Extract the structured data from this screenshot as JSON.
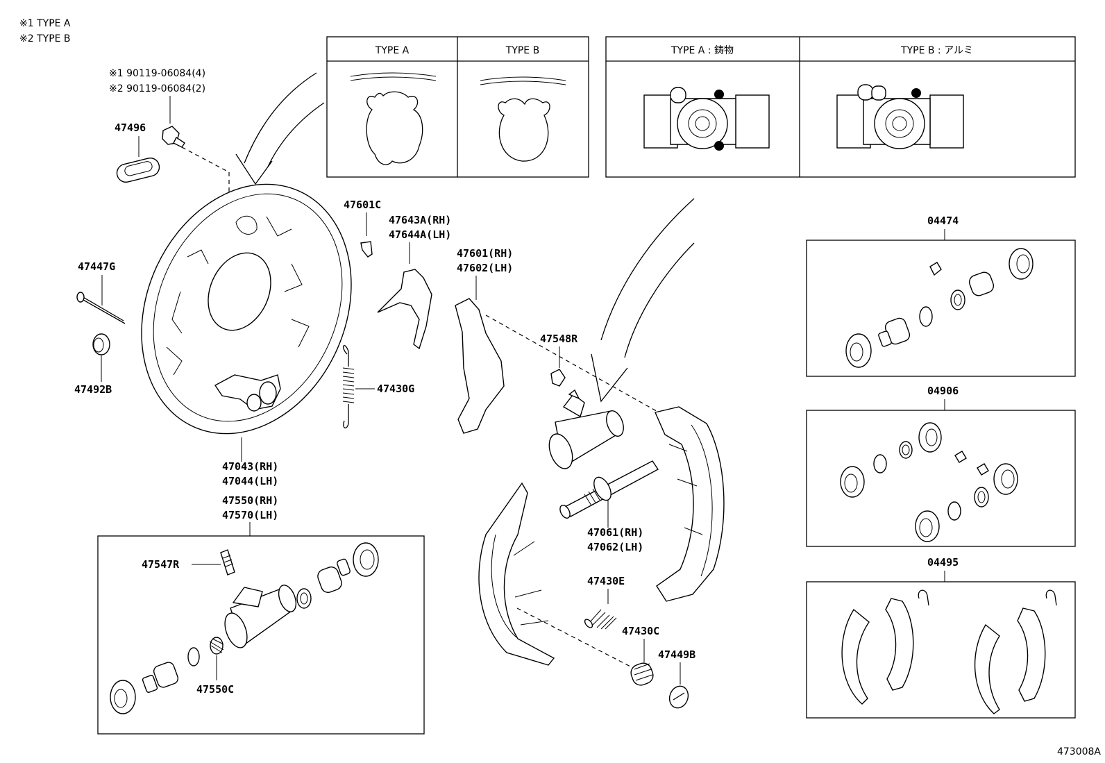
{
  "notes": {
    "note1": "※1 TYPE A",
    "note2": "※2 TYPE B"
  },
  "type_tables": {
    "shim": {
      "col_a": "TYPE A",
      "col_b": "TYPE B"
    },
    "cylinder": {
      "col_a": "TYPE A : 鋳物",
      "col_b": "TYPE B : アルミ"
    }
  },
  "labels": {
    "bolt_note1": "※1 90119-06084(4)",
    "bolt_note2": "※2 90119-06084(2)",
    "p47496": "47496",
    "p47447g": "47447G",
    "p47492b": "47492B",
    "p47601c": "47601C",
    "p47643a": "47643A(RH)",
    "p47644a": "47644A(LH)",
    "p47601": "47601(RH)",
    "p47602": "47602(LH)",
    "p47430g": "47430G",
    "p47548r": "47548R",
    "p47043": "47043(RH)",
    "p47044": "47044(LH)",
    "p47550": "47550(RH)",
    "p47570": "47570(LH)",
    "p47547r": "47547R",
    "p47550c": "47550C",
    "p47061": "47061(RH)",
    "p47062": "47062(LH)",
    "p47430e": "47430E",
    "p47430c": "47430C",
    "p47449b": "47449B",
    "p04474": "04474",
    "p04906": "04906",
    "p04495": "04495"
  },
  "figure_code": "473008A"
}
